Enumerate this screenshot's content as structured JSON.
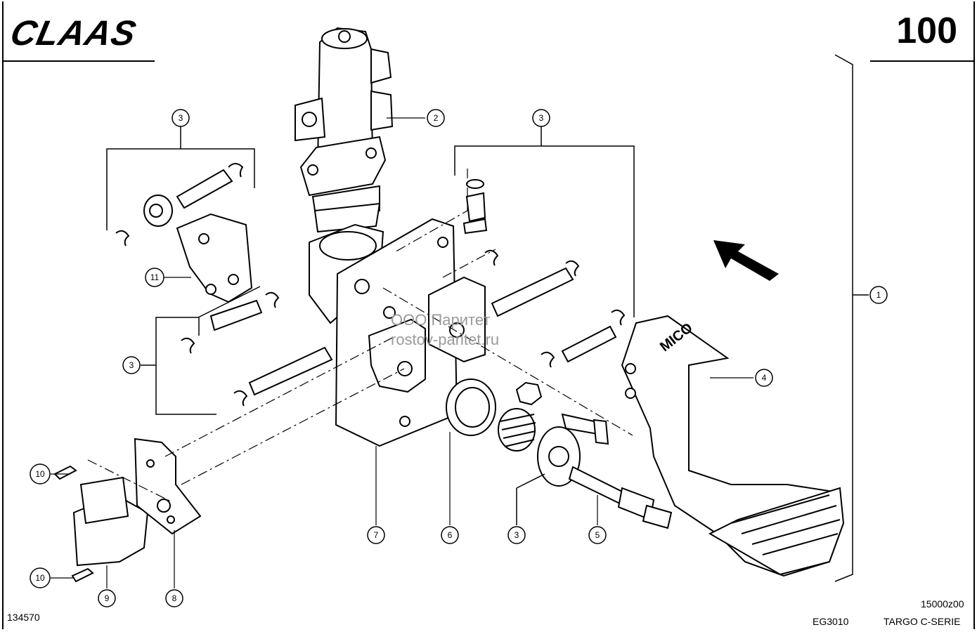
{
  "header": {
    "brand": "CLAAS",
    "page_number": "100"
  },
  "watermark": {
    "line1": "ООО Паритет",
    "line2": "rostov-paritet.ru"
  },
  "footer": {
    "drawing_number": "134570",
    "group_code": "EG3010",
    "series": "TARGO C-SERIE",
    "sheet_ref": "15000z00"
  },
  "pedal_brand": "MICO",
  "callouts": [
    {
      "id": "c1",
      "label": "1"
    },
    {
      "id": "c2",
      "label": "2"
    },
    {
      "id": "c3a",
      "label": "3"
    },
    {
      "id": "c3b",
      "label": "3"
    },
    {
      "id": "c3c",
      "label": "3"
    },
    {
      "id": "c3d",
      "label": "3"
    },
    {
      "id": "c4",
      "label": "4"
    },
    {
      "id": "c5",
      "label": "5"
    },
    {
      "id": "c6",
      "label": "6"
    },
    {
      "id": "c7",
      "label": "7"
    },
    {
      "id": "c8",
      "label": "8"
    },
    {
      "id": "c9",
      "label": "9"
    },
    {
      "id": "c10a",
      "label": "10"
    },
    {
      "id": "c10b",
      "label": "10"
    },
    {
      "id": "c11",
      "label": "11"
    }
  ]
}
